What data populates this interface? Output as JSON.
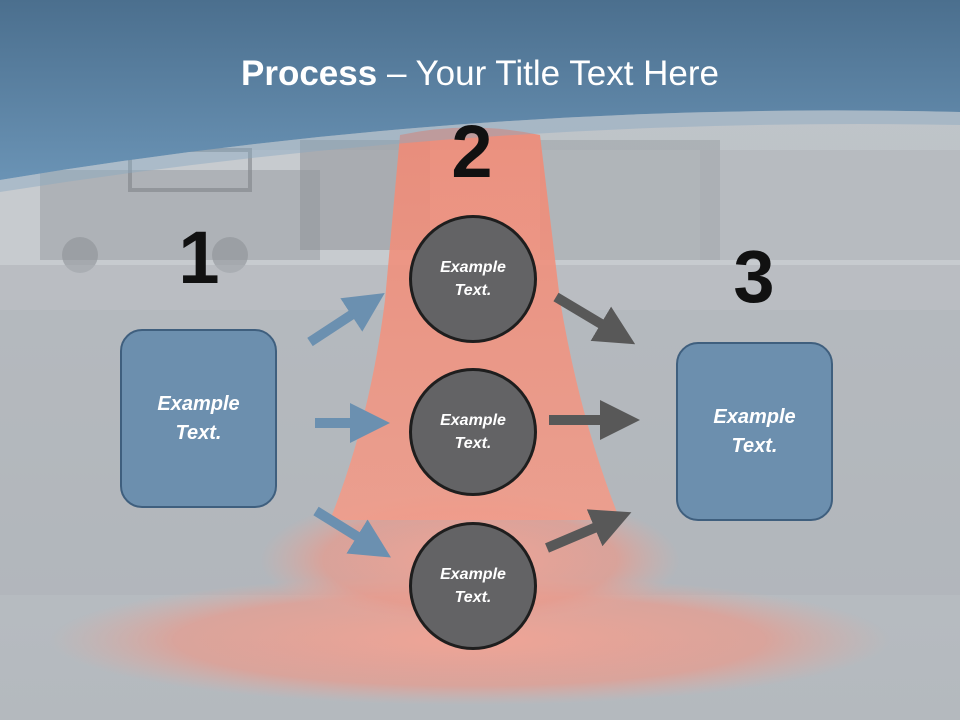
{
  "title": {
    "bold": "Process",
    "rest": " – Your Title Text Here"
  },
  "steps": {
    "one": "1",
    "two": "2",
    "three": "3"
  },
  "left_box": {
    "text": "Example Text."
  },
  "right_box": {
    "text": "Example Text."
  },
  "circles": [
    {
      "text": "Example Text."
    },
    {
      "text": "Example Text."
    },
    {
      "text": "Example Text."
    }
  ],
  "colors": {
    "box_fill": "#6c8fae",
    "circle_fill": "#636365",
    "arrow_blue": "#6b90b0",
    "arrow_gray": "#585858",
    "header": "#557f9f"
  }
}
